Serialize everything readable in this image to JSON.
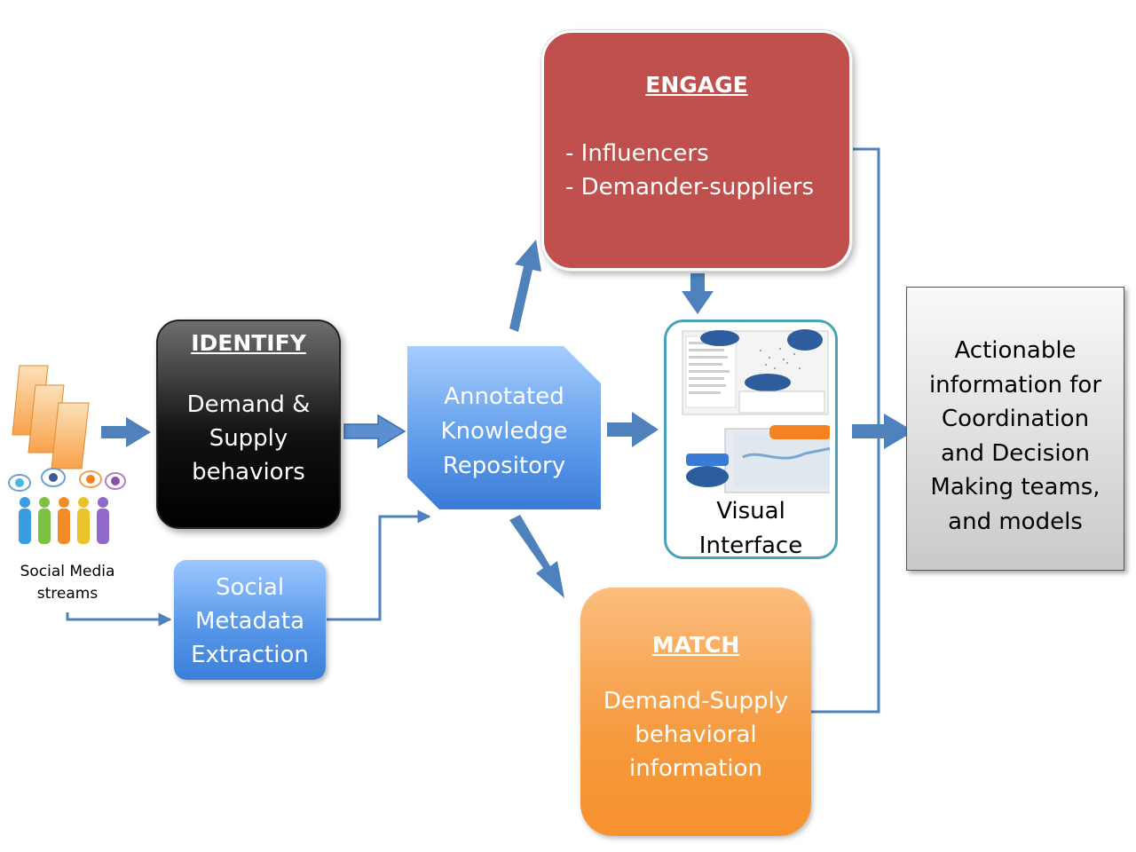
{
  "identify": {
    "title": "IDENTIFY",
    "lines": [
      "Demand &",
      "Supply",
      "behaviors"
    ]
  },
  "repository": {
    "lines": [
      "Annotated",
      "Knowledge",
      "Repository"
    ]
  },
  "social_metadata": {
    "lines": [
      "Social",
      "Metadata",
      "Extraction"
    ]
  },
  "engage": {
    "title": "ENGAGE",
    "items": [
      "- Influencers",
      "- Demander-suppliers"
    ]
  },
  "match": {
    "title": "MATCH",
    "lines": [
      "Demand-Supply",
      "behavioral",
      "information"
    ]
  },
  "visual_interface": {
    "lines": [
      "Visual",
      "Interface"
    ]
  },
  "actionable": {
    "lines": [
      "Actionable",
      "information for",
      "Coordination",
      "and Decision",
      "Making teams,",
      "and models"
    ]
  },
  "social_media_label": {
    "lines": [
      "Social Media",
      "streams"
    ]
  },
  "colors": {
    "engage": "#c0504d",
    "match": "#f79646",
    "repository": "#5b9bd5",
    "arrow": "#4f81bd",
    "visual_border": "#4aa3b8"
  }
}
